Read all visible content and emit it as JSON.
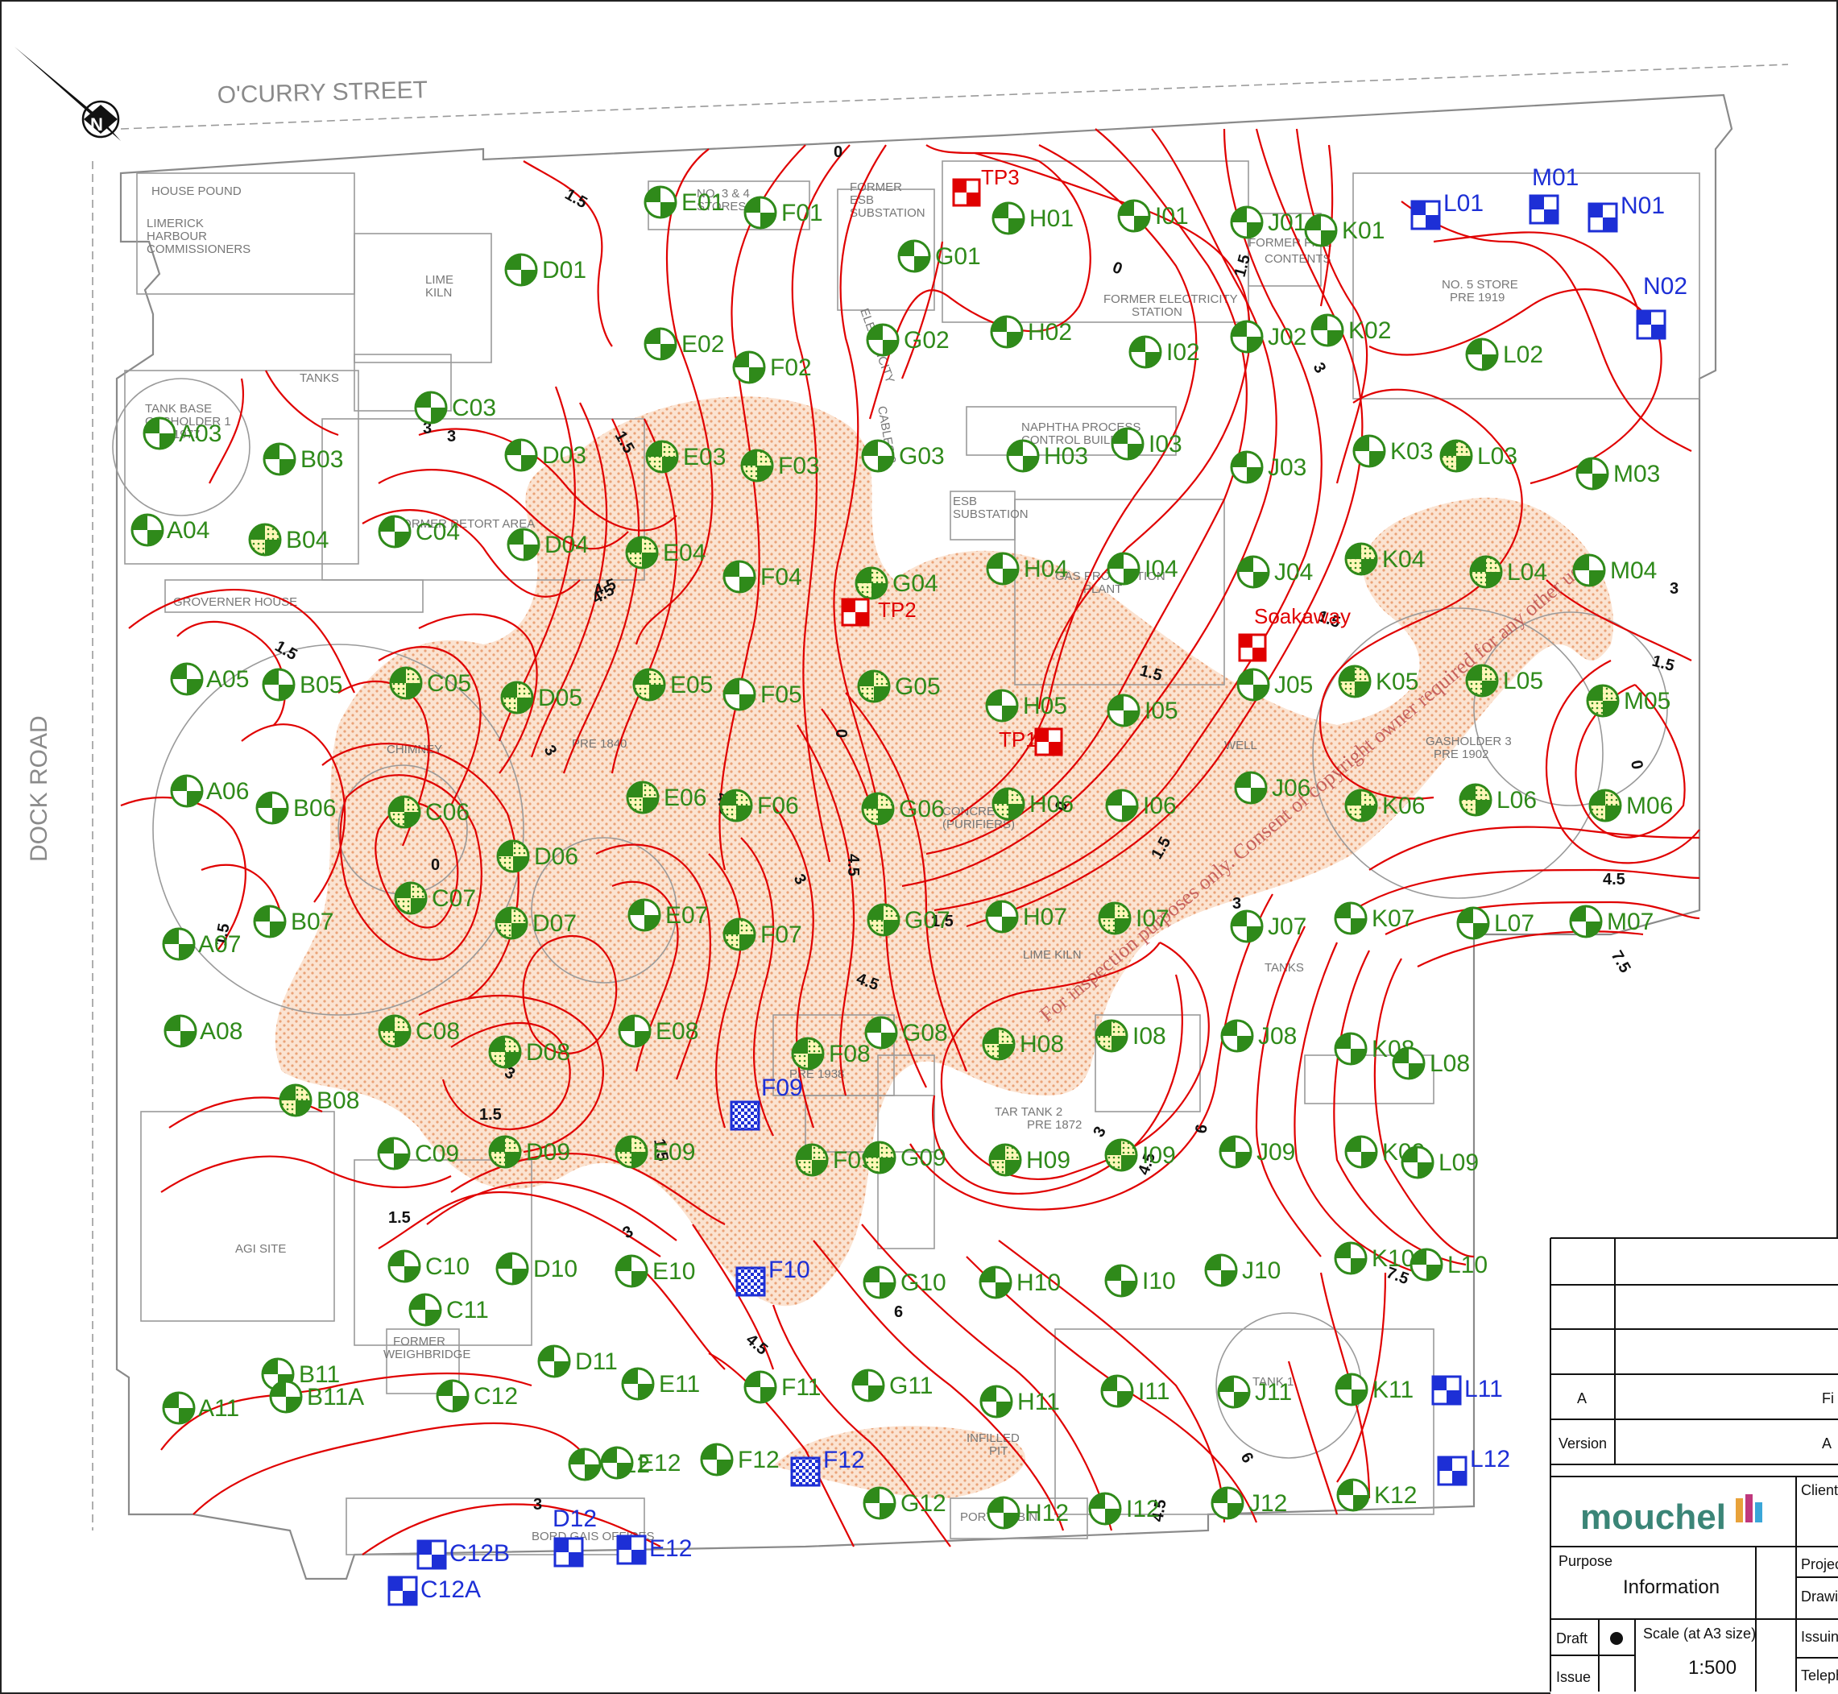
{
  "map": {
    "streets": {
      "north": "O'CURRY STREET",
      "west": "DOCK ROAD"
    },
    "buildings": [
      "HOUSE POUND",
      "LIMERICK",
      "HARBOUR",
      "COMMISSIONERS",
      "LIME",
      "KILN",
      "TANKS",
      "TANK BASE",
      "GASHOLDER 1",
      "PRE 1977",
      "FORMER RETORT AREA",
      "GROVERNER HOUSE",
      "FORMER",
      "ESB",
      "SUBSTATION",
      "ELECTRICITY",
      "CABLES ?",
      "FORMER ELECTRICITY",
      "STATION",
      "NAPHTHA PROCESS",
      "CONTROL BUILDING",
      "ESB",
      "SUBSTATION",
      "GAS PRODUCTION",
      "PLANT",
      "NO. 5 STORE",
      "PRE 1919",
      "FORMER FIRE",
      "CONTENTS",
      "GASHOLDER 3",
      "PRE 1902",
      "WELL",
      "CONCRETE",
      "(PURIFIERS)",
      "CHIMNEY",
      "PRE 1840",
      "LIME KILN",
      "TANKS",
      "TAR TANK 2",
      "PRE 1872",
      "PRE 1938",
      "AGI SITE",
      "FORMER",
      "WEIGHBRIDGE",
      "TANK 1",
      "PORTACABIN",
      "BORD GAIS OFFICES",
      "INFILLED",
      "PIT",
      "NO. 3 & 4",
      "STORES"
    ],
    "north_arrow": "north-arrow-icon",
    "watermark": "For inspection purposes only. Consent of copyright owner required for any other use.",
    "contour_labels": [
      "0",
      "1.5",
      "3",
      "4.5",
      "6",
      "7.5"
    ],
    "colors": {
      "contour": "#e00000",
      "borehole": "#2f8a1a",
      "trial_pit": "#e00000",
      "piezometer": "#1d2fd6",
      "hatch": "#f2b48a"
    },
    "boreholes": [
      "D01",
      "E01",
      "F01",
      "G01",
      "H01",
      "I01",
      "J01",
      "K01",
      "C03",
      "E02",
      "F02",
      "G02",
      "H02",
      "I02",
      "J02",
      "K02",
      "L02",
      "A03",
      "B03",
      "D03",
      "E03",
      "F03",
      "G03",
      "H03",
      "I03",
      "J03",
      "K03",
      "L03",
      "M03",
      "A04",
      "B04",
      "C04",
      "D04",
      "E04",
      "F04",
      "G04",
      "H04",
      "I04",
      "J04",
      "K04",
      "L04",
      "M04",
      "A05",
      "B05",
      "C05",
      "D05",
      "E05",
      "F05",
      "G05",
      "H05",
      "I05",
      "J05",
      "K05",
      "L05",
      "M05",
      "A06",
      "B06",
      "C06",
      "D06",
      "E06",
      "F06",
      "G06",
      "H06",
      "I06",
      "J06",
      "K06",
      "L06",
      "M06",
      "A07",
      "B07",
      "C07",
      "D07",
      "E07",
      "F07",
      "G07",
      "H07",
      "I07",
      "J07",
      "K07",
      "L07",
      "M07",
      "A08",
      "B08",
      "C08",
      "D08",
      "E08",
      "F08",
      "G08",
      "H08",
      "I08",
      "J08",
      "K08",
      "L08",
      "C09",
      "D09",
      "E09",
      "F09",
      "G09",
      "H09",
      "I09",
      "J09",
      "K09",
      "L09",
      "C10",
      "D10",
      "E10",
      "G10",
      "H10",
      "I10",
      "J10",
      "K10",
      "L10",
      "B11",
      "B11A",
      "A11",
      "C11",
      "C12",
      "D11",
      "D12",
      "E11",
      "E12",
      "F11",
      "F12",
      "G11",
      "G12",
      "H11",
      "H12",
      "I11",
      "I12",
      "J11",
      "J12",
      "K11",
      "K12"
    ],
    "trial_pits": [
      "TP1",
      "TP2",
      "TP3",
      "Soakaway"
    ],
    "piezometers": [
      "L01",
      "M01",
      "N01",
      "N02",
      "F09",
      "F10",
      "F12",
      "L11",
      "L12",
      "C12A",
      "C12B",
      "D12",
      "E12"
    ]
  },
  "title_block": {
    "rev_row_letter": "A",
    "rev_row_text": "Fi",
    "version_label": "Version",
    "version_value": "A",
    "company": "mouchel",
    "client_label": "Client",
    "purpose_label": "Purpose",
    "purpose_value": "Information",
    "project_label": "Projec",
    "drawing_label": "Drawin",
    "issuing_label": "Issuing",
    "telephone_label": "Teleph",
    "draft_label": "Draft",
    "issue_label": "Issue",
    "scale_label": "Scale (at A3 size)",
    "scale_value": "1:500"
  }
}
